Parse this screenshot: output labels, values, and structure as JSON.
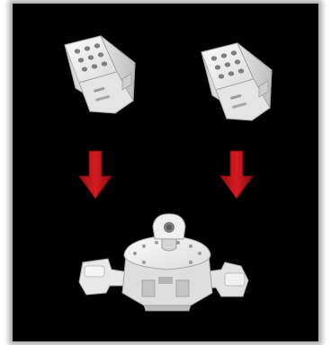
{
  "diagram": {
    "background_color": "#000000",
    "page_color": "#ffffff",
    "part_color": "#ececec",
    "part_shade": "#c9c9c9",
    "part_dark": "#9a9a9a",
    "arrow_color": "#c8151b",
    "arrow_dark": "#7a0b0e",
    "parts": [
      {
        "kind": "servo-module",
        "icon": "module-block"
      },
      {
        "kind": "servo-module",
        "icon": "module-block"
      },
      {
        "kind": "base-hub",
        "icon": "robot-base"
      }
    ],
    "arrows": [
      {
        "direction": "down"
      },
      {
        "direction": "down"
      }
    ]
  }
}
